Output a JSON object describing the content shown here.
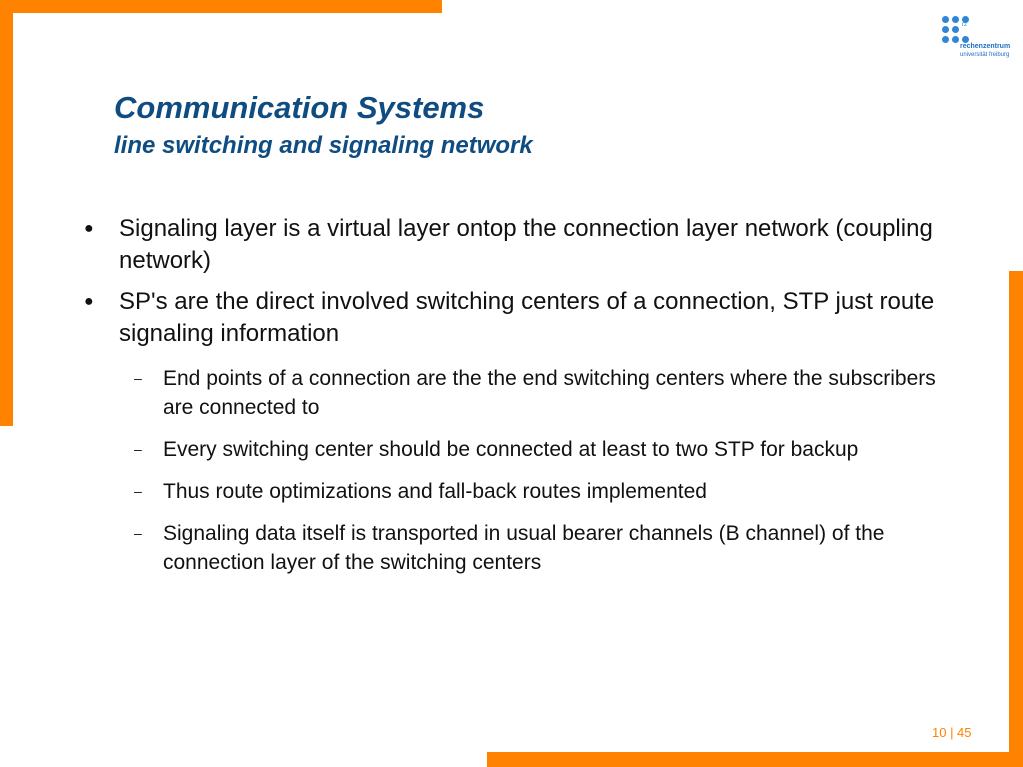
{
  "logo": {
    "rz": "rz",
    "line1": "rechenzentrum",
    "line2": "universität freiburg"
  },
  "slide": {
    "title": "Communication Systems",
    "subtitle": "line switching and signaling network",
    "bullets": [
      "Signaling layer is a virtual layer ontop the connection layer network (coupling network)",
      "SP's are the direct involved switching centers of a connection, STP just route signaling information"
    ],
    "subbullets": [
      "End points of a connection are the the end switching centers where the subscribers are connected to",
      "Every switching center should be connected at least to two STP for backup",
      "Thus route optimizations and fall-back routes implemented",
      "Signaling data itself is transported in usual bearer channels (B channel) of the connection layer of the switching centers"
    ],
    "bullet_glyph": "●",
    "dash_glyph": "–"
  },
  "footer": {
    "page": "10 | 45"
  },
  "colors": {
    "accent": "#ff8200",
    "title": "#0f4c81",
    "logo": "#2e86d6"
  }
}
